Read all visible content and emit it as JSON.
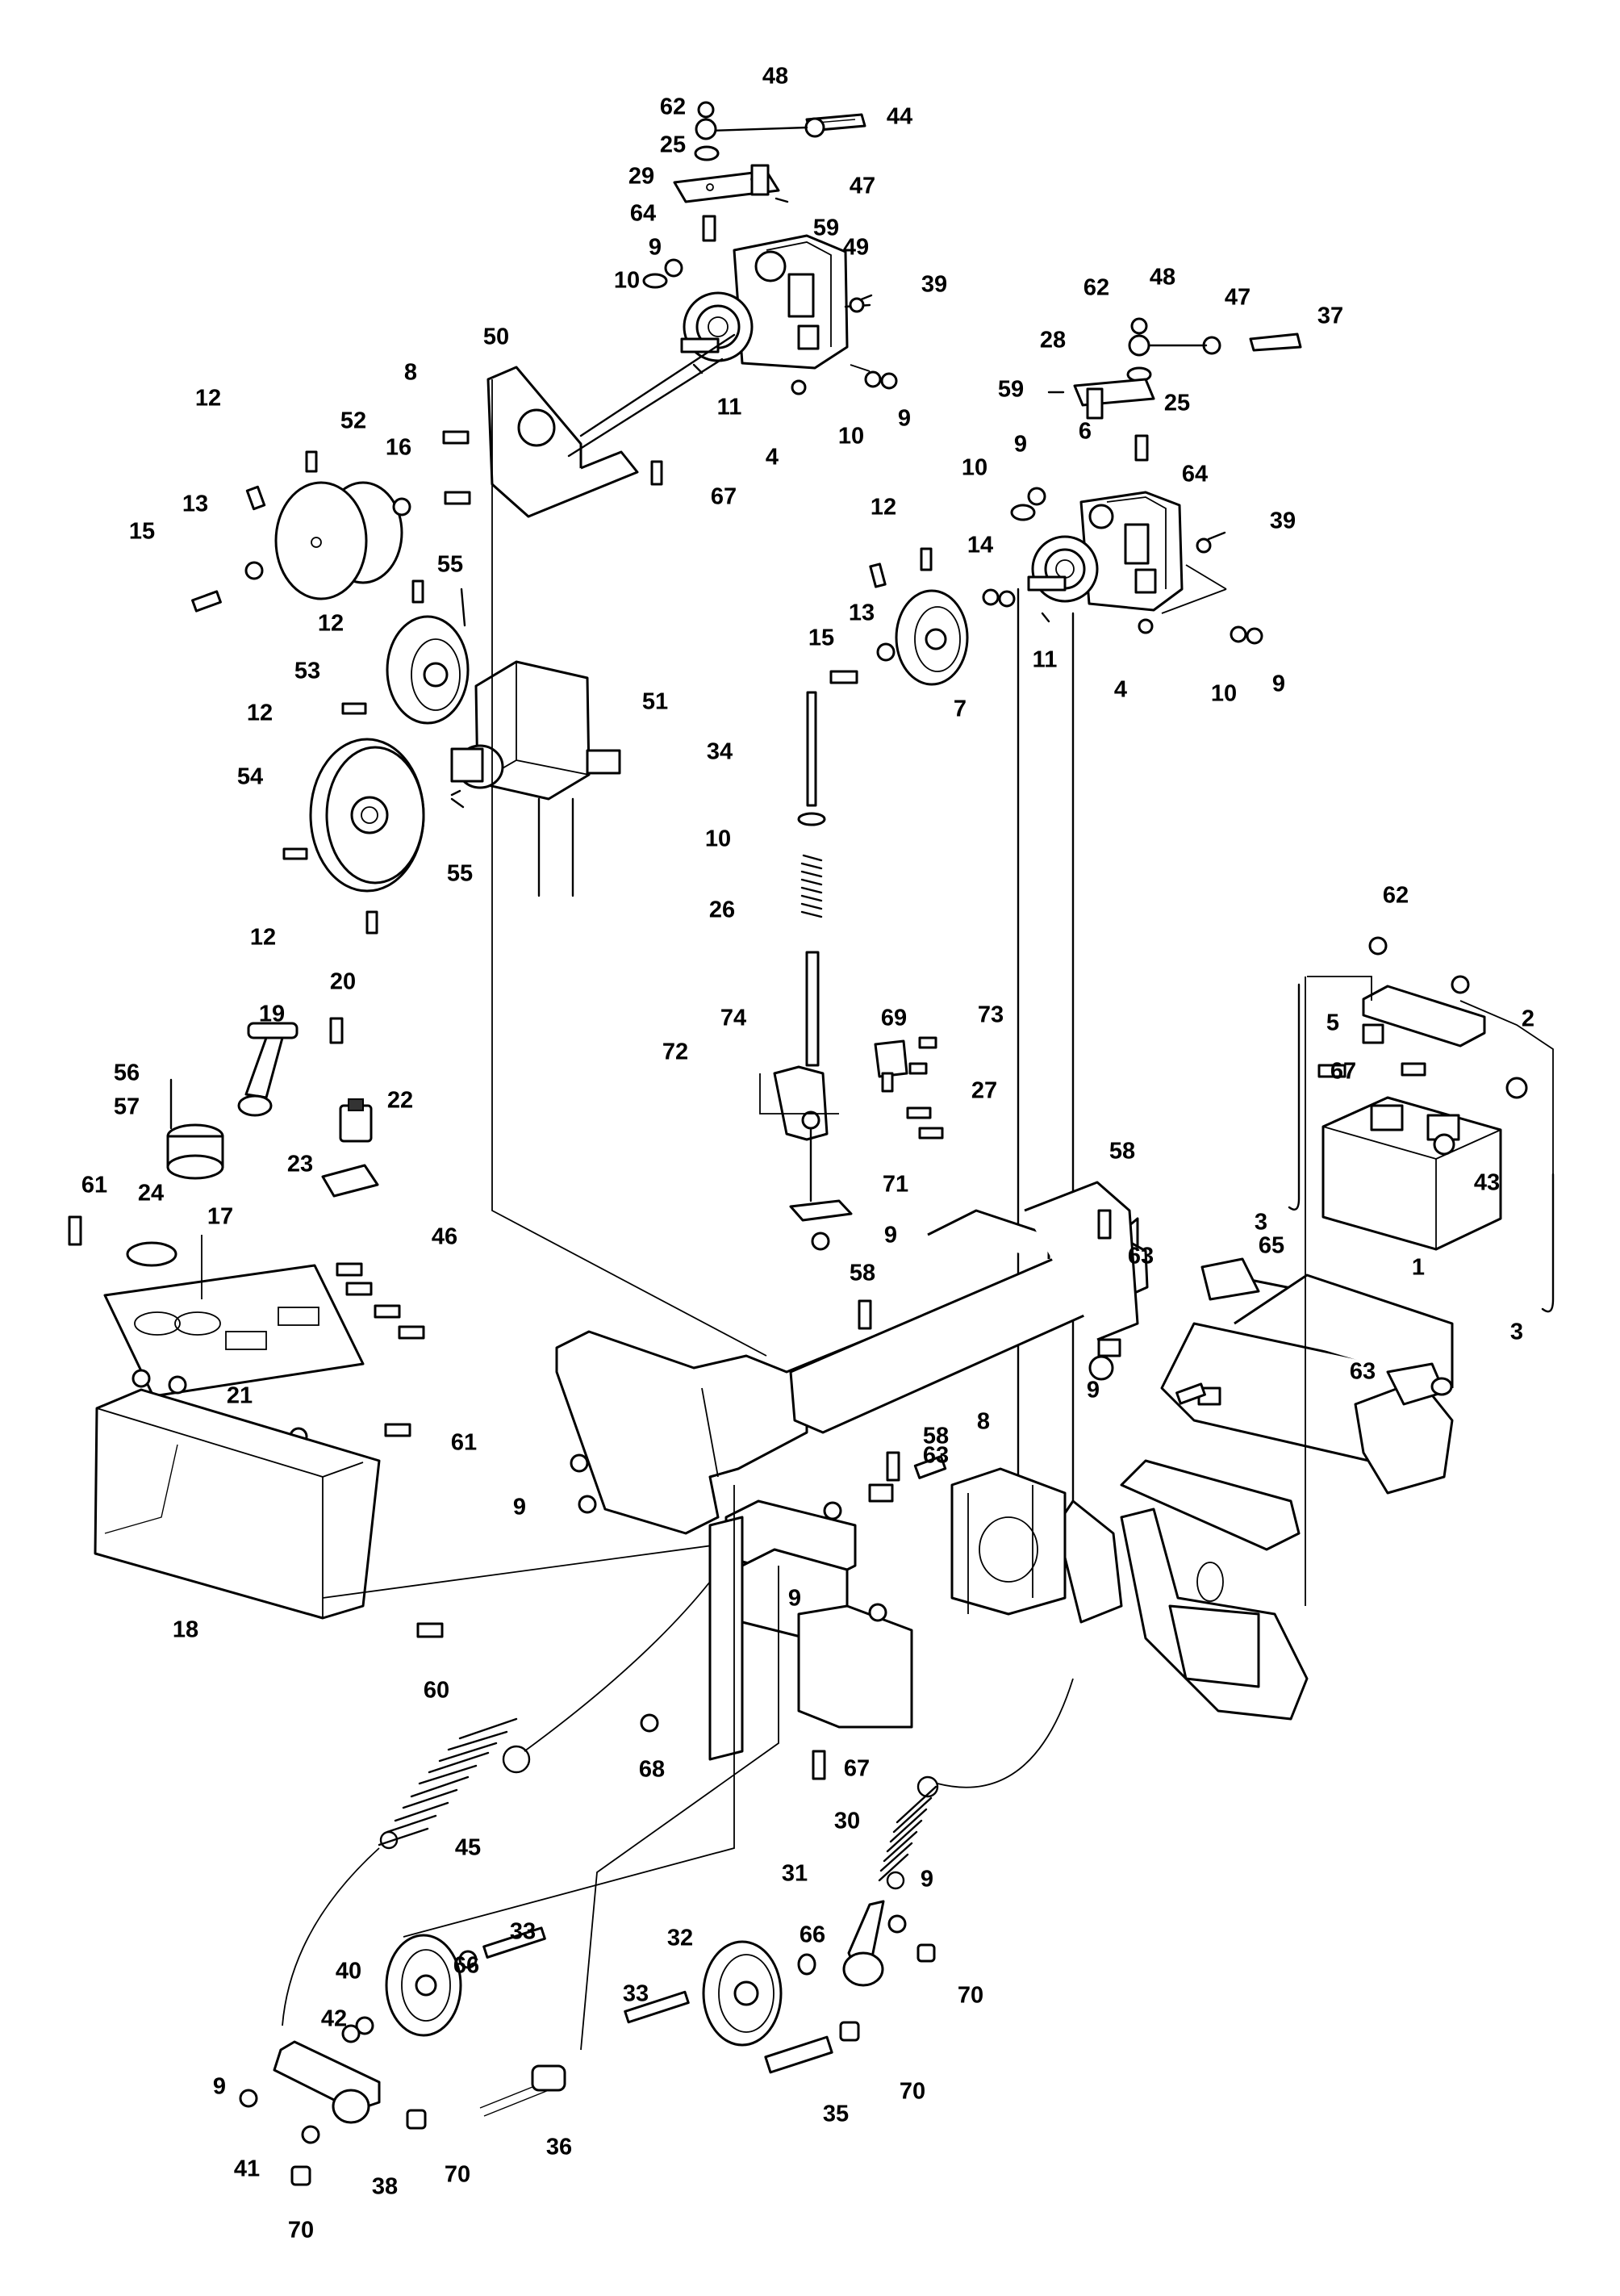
{
  "callouts": [
    {
      "label": "48"
    },
    {
      "label": "62"
    },
    {
      "label": "44"
    },
    {
      "label": "25"
    },
    {
      "label": "47"
    },
    {
      "label": "29"
    },
    {
      "label": "64"
    },
    {
      "label": "59"
    },
    {
      "label": "49"
    },
    {
      "label": "9"
    },
    {
      "label": "10"
    },
    {
      "label": "39"
    },
    {
      "label": "50"
    },
    {
      "label": "11"
    },
    {
      "label": "10"
    },
    {
      "label": "9"
    },
    {
      "label": "4"
    },
    {
      "label": "8"
    },
    {
      "label": "67"
    },
    {
      "label": "12"
    },
    {
      "label": "52"
    },
    {
      "label": "16"
    },
    {
      "label": "13"
    },
    {
      "label": "15"
    },
    {
      "label": "55"
    },
    {
      "label": "12"
    },
    {
      "label": "53"
    },
    {
      "label": "51"
    },
    {
      "label": "12"
    },
    {
      "label": "54"
    },
    {
      "label": "55"
    },
    {
      "label": "12"
    },
    {
      "label": "62"
    },
    {
      "label": "48"
    },
    {
      "label": "47"
    },
    {
      "label": "37"
    },
    {
      "label": "28"
    },
    {
      "label": "59"
    },
    {
      "label": "25"
    },
    {
      "label": "64"
    },
    {
      "label": "9"
    },
    {
      "label": "6"
    },
    {
      "label": "10"
    },
    {
      "label": "39"
    },
    {
      "label": "12"
    },
    {
      "label": "14"
    },
    {
      "label": "13"
    },
    {
      "label": "15"
    },
    {
      "label": "7"
    },
    {
      "label": "11"
    },
    {
      "label": "4"
    },
    {
      "label": "10"
    },
    {
      "label": "9"
    },
    {
      "label": "34"
    },
    {
      "label": "10"
    },
    {
      "label": "26"
    },
    {
      "label": "62"
    },
    {
      "label": "2"
    },
    {
      "label": "5"
    },
    {
      "label": "67"
    },
    {
      "label": "20"
    },
    {
      "label": "19"
    },
    {
      "label": "69"
    },
    {
      "label": "73"
    },
    {
      "label": "74"
    },
    {
      "label": "72"
    },
    {
      "label": "27"
    },
    {
      "label": "56"
    },
    {
      "label": "57"
    },
    {
      "label": "22"
    },
    {
      "label": "23"
    },
    {
      "label": "58"
    },
    {
      "label": "3"
    },
    {
      "label": "43"
    },
    {
      "label": "61"
    },
    {
      "label": "24"
    },
    {
      "label": "17"
    },
    {
      "label": "71"
    },
    {
      "label": "9"
    },
    {
      "label": "46"
    },
    {
      "label": "1"
    },
    {
      "label": "63"
    },
    {
      "label": "58"
    },
    {
      "label": "65"
    },
    {
      "label": "3"
    },
    {
      "label": "9"
    },
    {
      "label": "63"
    },
    {
      "label": "21"
    },
    {
      "label": "61"
    },
    {
      "label": "58"
    },
    {
      "label": "8"
    },
    {
      "label": "63"
    },
    {
      "label": "9"
    },
    {
      "label": "9"
    },
    {
      "label": "18"
    },
    {
      "label": "60"
    },
    {
      "label": "68"
    },
    {
      "label": "67"
    },
    {
      "label": "45"
    },
    {
      "label": "30"
    },
    {
      "label": "31"
    },
    {
      "label": "9"
    },
    {
      "label": "33"
    },
    {
      "label": "66"
    },
    {
      "label": "32"
    },
    {
      "label": "66"
    },
    {
      "label": "40"
    },
    {
      "label": "70"
    },
    {
      "label": "42"
    },
    {
      "label": "33"
    },
    {
      "label": "9"
    },
    {
      "label": "36"
    },
    {
      "label": "70"
    },
    {
      "label": "35"
    },
    {
      "label": "70"
    },
    {
      "label": "41"
    },
    {
      "label": "38"
    },
    {
      "label": "70"
    }
  ]
}
